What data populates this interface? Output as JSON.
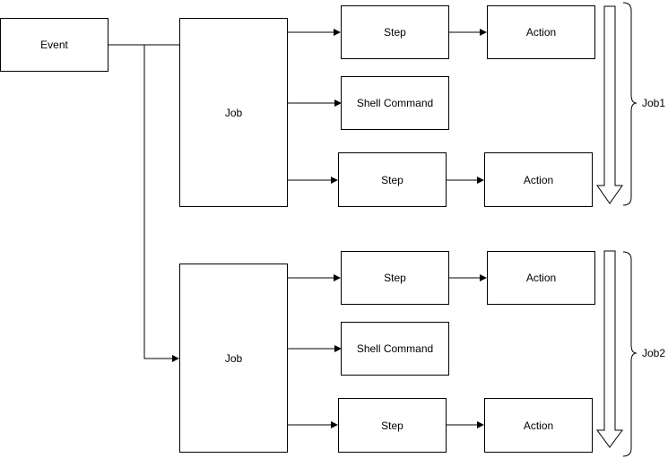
{
  "nodes": {
    "event": "Event",
    "job1": {
      "job": "Job",
      "step_top": "Step",
      "action_top": "Action",
      "shell": "Shell Command",
      "step_bottom": "Step",
      "action_bottom": "Action"
    },
    "job2": {
      "job": "Job",
      "step_top": "Step",
      "action_top": "Action",
      "shell": "Shell Command",
      "step_bottom": "Step",
      "action_bottom": "Action"
    }
  },
  "groups": {
    "job1_label": "Job1",
    "job2_label": "Job2"
  },
  "colors": {
    "stroke": "#000000",
    "fill": "#ffffff"
  }
}
